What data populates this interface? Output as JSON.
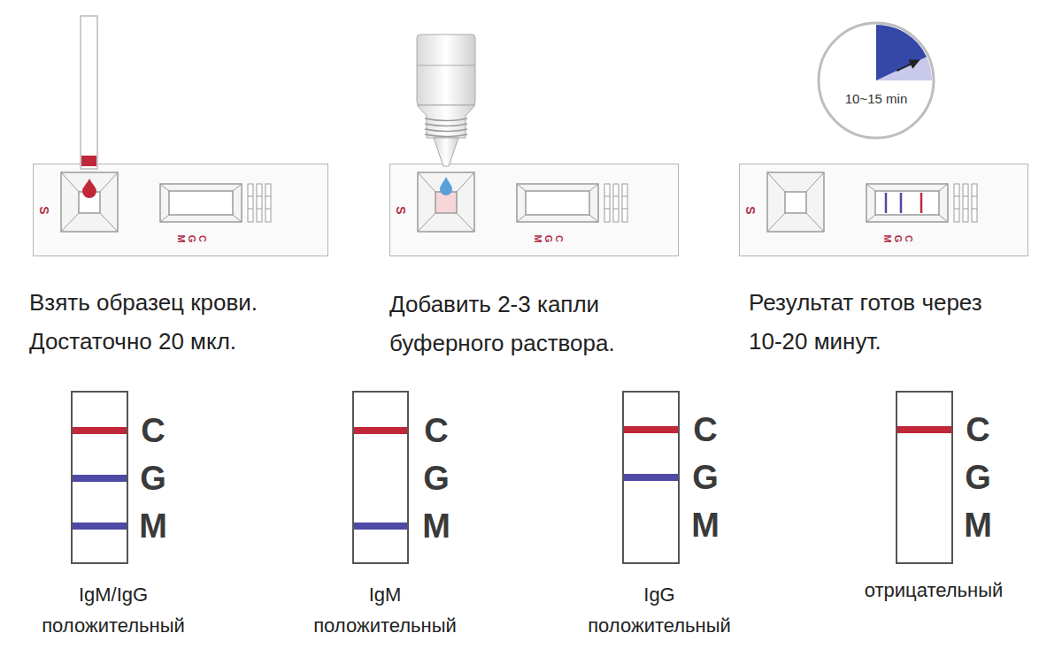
{
  "diagram": {
    "nodes": [
      {
        "text": [
          "S",
          "M",
          "G",
          "C"
        ]
      },
      {
        "text": [
          "S",
          "M",
          "G",
          "C"
        ]
      },
      {
        "text": [
          "10~15 min"
        ]
      },
      {
        "text": [
          "S",
          "M",
          "G",
          "C"
        ]
      },
      {
        "text": [
          "C",
          "G",
          "M"
        ]
      },
      {
        "text": [
          "C",
          "G",
          "M"
        ]
      },
      {
        "text": [
          "C",
          "G",
          "M"
        ]
      },
      {
        "text": [
          "C",
          "G",
          "M"
        ]
      }
    ],
    "labels": [
      "Взять образец крови. Достаточно 20 мкл.",
      "Добавить 2-3 капли буферного раствора.",
      "Результат готов через 10-20 минут.",
      "IgM/IgG положительный",
      "IgM положительный",
      "IgG положительный",
      "отрицательный"
    ]
  }
}
